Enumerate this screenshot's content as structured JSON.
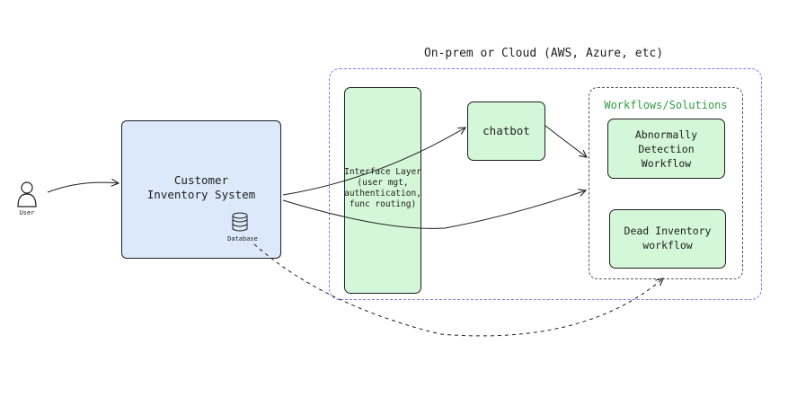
{
  "cloud": {
    "title": "On-prem or Cloud (AWS, Azure, etc)"
  },
  "actor": {
    "label": "User"
  },
  "customer_system": {
    "label": "Customer\nInventory System"
  },
  "database": {
    "label": "Database"
  },
  "interface_layer": {
    "label": "Interface Layer\n(user mgt,\nauthentication,\nfunc routing)"
  },
  "chatbot": {
    "label": "chatbot"
  },
  "workflows": {
    "title": "Workflows/Solutions",
    "items": [
      {
        "label": "Abnormally\nDetection\nWorkflow"
      },
      {
        "label": "Dead Inventory\nworkflow"
      }
    ]
  },
  "colors": {
    "system_fill": "#dbe9fb",
    "node_fill": "#d3f7d8",
    "cloud_border": "#7b7ff0",
    "workflows_title": "#2f9e44"
  }
}
